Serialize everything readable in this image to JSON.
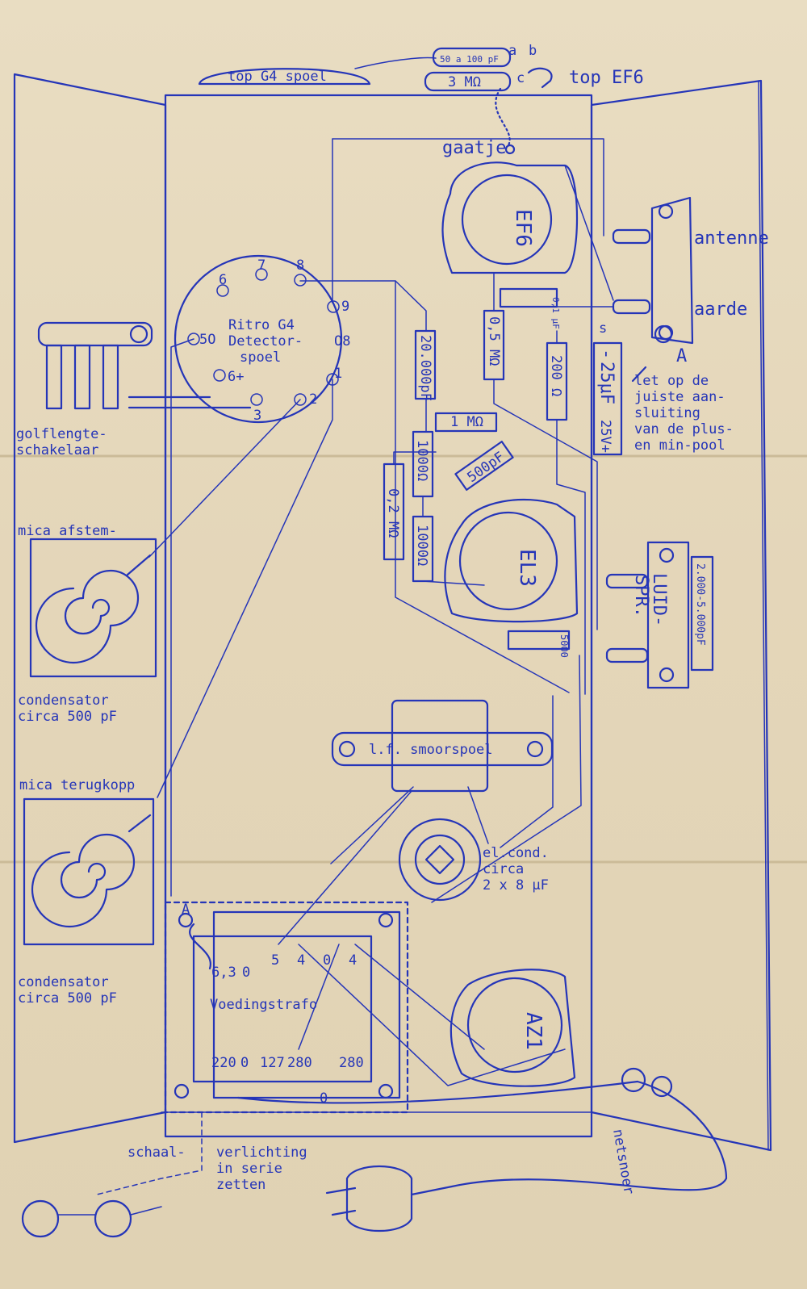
{
  "labels": {
    "top_g4_spoel": "top G4 spoel",
    "top_ef6": "top EF6",
    "cap_a": "a",
    "cap_b": "b",
    "cap_c": "c",
    "cap_top1": "50 a 100 pF",
    "cap_top2": "3 MΩ",
    "gaatje": "gaatje",
    "ef6": "EF6",
    "el3": "EL3",
    "az1": "AZ1",
    "antenne": "antenne",
    "aarde": "aarde",
    "terminal_a": "A",
    "terminal_s": "s",
    "coil_line1": "Ritro G4",
    "coil_line2": "Detector-",
    "coil_line3": "spoel",
    "pin1": "1",
    "pin2": "2",
    "pin3": "3",
    "pin5": "5",
    "pin6": "6",
    "pin6plus": "6+",
    "pin7": "7",
    "pin8": "8",
    "pin9": "9",
    "pin5o": "5O",
    "pin8o": "O8",
    "golflengte1": "golflengte-",
    "golflengte2": "schakelaar",
    "mica_afstem": "mica afstem-",
    "condensator1_line1": "condensator",
    "condensator1_line2": "circa 500 pF",
    "mica_terugkopp": "mica terugkopp",
    "condensator2_line1": "condensator",
    "condensator2_line2": "circa 500 pF",
    "r_20000pf": "20.000pF",
    "r_05m": "0,5 MΩ",
    "c_01uf": "0,1 μF",
    "r_200": "200 Ω",
    "c_25uf": "25μF",
    "c_25v": "25V+",
    "c_minus": "-",
    "r_1m": "1 MΩ",
    "r_1000a": "1000Ω",
    "c_500pf": "500pF",
    "r_02m": "0,2 MΩ",
    "r_1000b": "1000Ω",
    "c_5000": "5000",
    "luidspr1": "LUID-",
    "luidspr2": "SPR.",
    "c_2000": "2.000-5.000pF",
    "note1": "let op de",
    "note2": "juiste aan-",
    "note3": "sluiting",
    "note4": "van de plus-",
    "note5": "en min-pool",
    "smoorspoel": "l.f. smoorspoel",
    "elcond1": "el.cond.",
    "elcond2": "circa",
    "elcond3": "2 x 8 μF",
    "trafo": "Voedingstrafo",
    "t_63": "6,3",
    "t_0a": "0",
    "t_5": "5",
    "t_4": "4",
    "t_0b": "0",
    "t_4b": "4",
    "t_220": "220",
    "t_0c": "0",
    "t_127": "127",
    "t_280a": "280",
    "t_280b": "280",
    "t_0d": "0",
    "terminal_a2": "A",
    "schaal": "schaal-",
    "verl1": "verlichting",
    "verl2": "in serie",
    "verl3": "zetten",
    "netsnoer": "netsnoer"
  }
}
